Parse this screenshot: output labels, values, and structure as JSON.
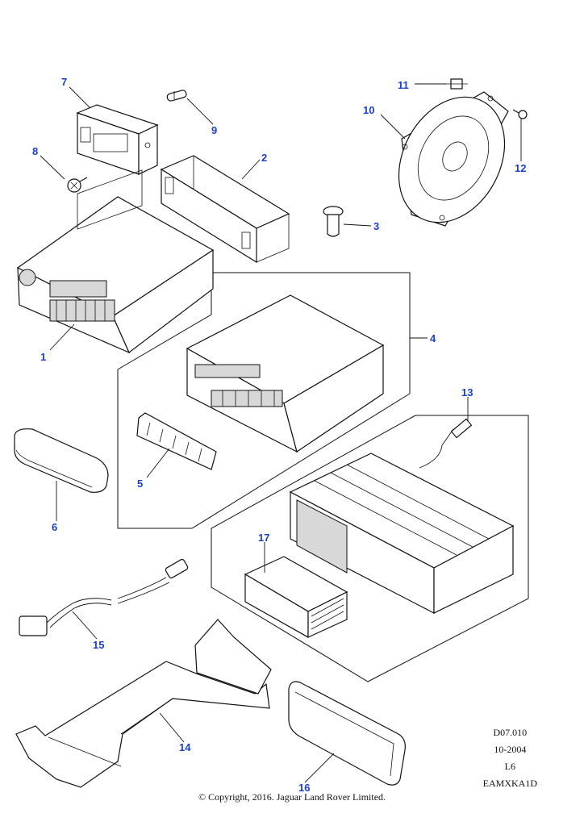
{
  "diagram": {
    "callouts": {
      "c1": "1",
      "c2": "2",
      "c3": "3",
      "c4": "4",
      "c5": "5",
      "c6": "6",
      "c7": "7",
      "c8": "8",
      "c9": "9",
      "c10": "10",
      "c11": "11",
      "c12": "12",
      "c13": "13",
      "c14": "14",
      "c15": "15",
      "c16": "16",
      "c17": "17"
    },
    "reference": {
      "code": "D07.010",
      "date": "10-2004",
      "level": "L6",
      "id": "EAMXKA1D"
    },
    "copyright": "© Copyright, 2016. Jaguar Land Rover Limited.",
    "colors": {
      "callout": "#1a3fd0",
      "line": "#111111"
    }
  }
}
